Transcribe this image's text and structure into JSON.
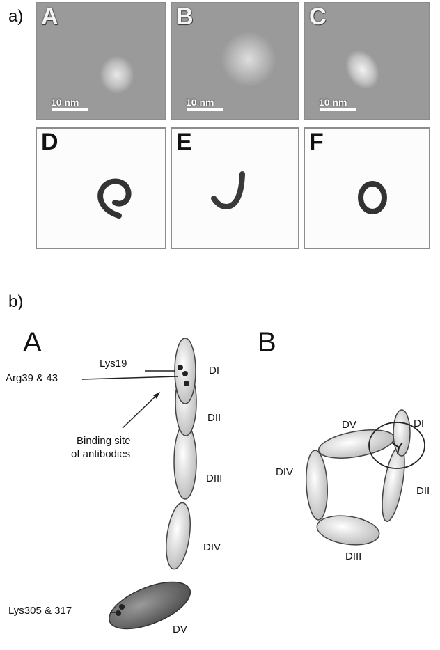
{
  "section_a": {
    "label": "a)",
    "panels": [
      {
        "letter": "A",
        "scale": "10 nm"
      },
      {
        "letter": "B",
        "scale": "10 nm"
      },
      {
        "letter": "C",
        "scale": "10 nm"
      },
      {
        "letter": "D"
      },
      {
        "letter": "E"
      },
      {
        "letter": "F"
      }
    ]
  },
  "section_b": {
    "label": "b)",
    "model_a": {
      "letter": "A",
      "residue_lys19": "Lys19",
      "residue_arg": "Arg39 & 43",
      "binding_line1": "Binding site",
      "binding_line2": "of antibodies",
      "residue_lys305": "Lys305 & 317",
      "domains": [
        "DI",
        "DII",
        "DIII",
        "DIV",
        "DV"
      ]
    },
    "model_b": {
      "letter": "B",
      "domains": [
        "DI",
        "DII",
        "DIII",
        "DIV",
        "DV"
      ]
    }
  },
  "colors": {
    "photo_gray": "#9a9a9a",
    "domain_fill": "#e6e6e6",
    "dark_domain": "#555555"
  }
}
